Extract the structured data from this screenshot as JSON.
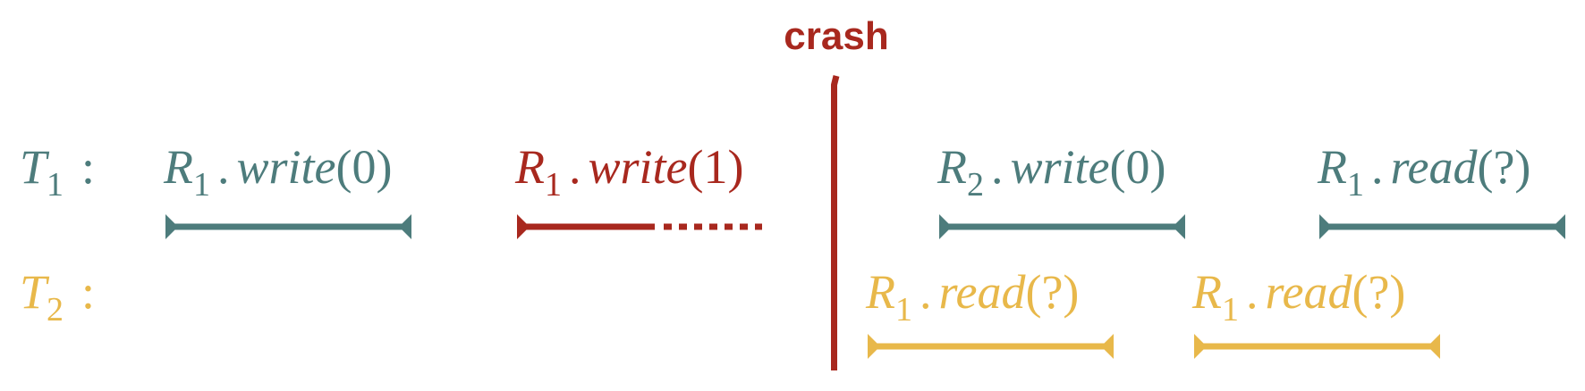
{
  "colors": {
    "teal": "#4d7c7c",
    "red": "#a8281e",
    "yellow": "#e8b84a"
  },
  "crash": {
    "label": "crash"
  },
  "threads": [
    {
      "id": "T1",
      "label_main": "T",
      "label_sub": "1",
      "color": "teal",
      "ops": [
        {
          "reg": "R",
          "sub": "1",
          "op": "write",
          "arg": "(0)",
          "color": "teal",
          "style": "complete"
        },
        {
          "reg": "R",
          "sub": "1",
          "op": "write",
          "arg": "(1)",
          "color": "red",
          "style": "crashed"
        },
        {
          "reg": "R",
          "sub": "2",
          "op": "write",
          "arg": "(0)",
          "color": "teal",
          "style": "complete"
        },
        {
          "reg": "R",
          "sub": "1",
          "op": "read",
          "arg": "(?)",
          "color": "teal",
          "style": "complete"
        }
      ]
    },
    {
      "id": "T2",
      "label_main": "T",
      "label_sub": "2",
      "color": "yellow",
      "ops": [
        {
          "reg": "R",
          "sub": "1",
          "op": "read",
          "arg": "(?)",
          "color": "yellow",
          "style": "complete"
        },
        {
          "reg": "R",
          "sub": "1",
          "op": "read",
          "arg": "(?)",
          "color": "yellow",
          "style": "complete"
        }
      ]
    }
  ]
}
